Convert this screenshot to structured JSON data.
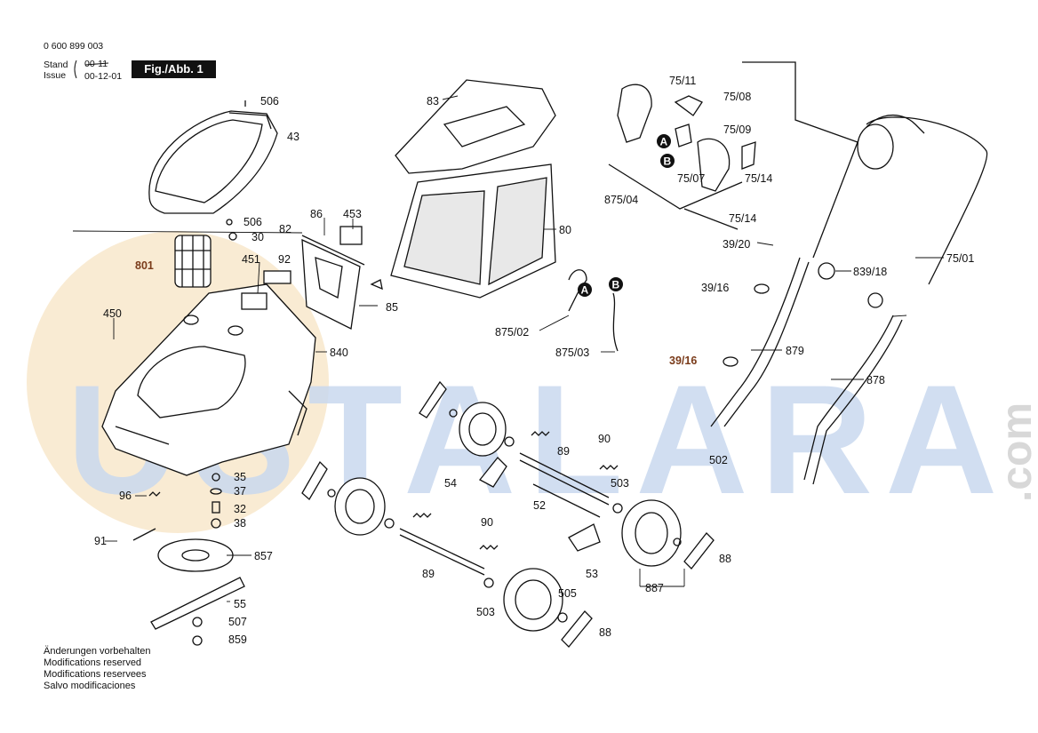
{
  "header": {
    "doc_number": "0 600 899 003",
    "stand_label": "Stand",
    "issue_label": "Issue",
    "stand_value": "00-11",
    "issue_value": "00-12-01",
    "figure_label": "Fig./Abb. 1"
  },
  "watermark": {
    "brand": "USTALARA",
    "domain": ".com",
    "color_blue": "#c9d9ef",
    "color_orange": "#f6e3c4"
  },
  "parts": {
    "p506a": "506",
    "p43": "43",
    "p506b": "506",
    "p30": "30",
    "p801": "801",
    "p451": "451",
    "p92": "92",
    "p86": "86",
    "p453": "453",
    "p82": "82",
    "p85": "85",
    "p450": "450",
    "p840": "840",
    "p83": "83",
    "p80": "80",
    "p875_02": "875/02",
    "p875_03": "875/03",
    "p75_11": "75/11",
    "p75_08": "75/08",
    "p75_09": "75/09",
    "p75_07": "75/07",
    "p75_14a": "75/14",
    "p75_14b": "75/14",
    "p875_04": "875/04",
    "p39_20": "39/20",
    "p839_18": "839/18",
    "p75_01": "75/01",
    "p39_16a": "39/16",
    "p39_16b": "39/16",
    "p879": "879",
    "p878": "878",
    "p502": "502",
    "p35": "35",
    "p37": "37",
    "p96": "96",
    "p32": "32",
    "p38": "38",
    "p91": "91",
    "p857": "857",
    "p55": "55",
    "p507": "507",
    "p859": "859",
    "p89a": "89",
    "p90a": "90",
    "p54": "54",
    "p503a": "503",
    "p52": "52",
    "p90b": "90",
    "p89b": "89",
    "p503b": "503",
    "p505": "505",
    "p53": "53",
    "p88a": "88",
    "p88b": "88",
    "p887": "887",
    "markerA": "A",
    "markerB": "B"
  },
  "notes": [
    "Änderungen vorbehalten",
    "Modifications reserved",
    "Modifications reservees",
    "Salvo modificaciones"
  ]
}
